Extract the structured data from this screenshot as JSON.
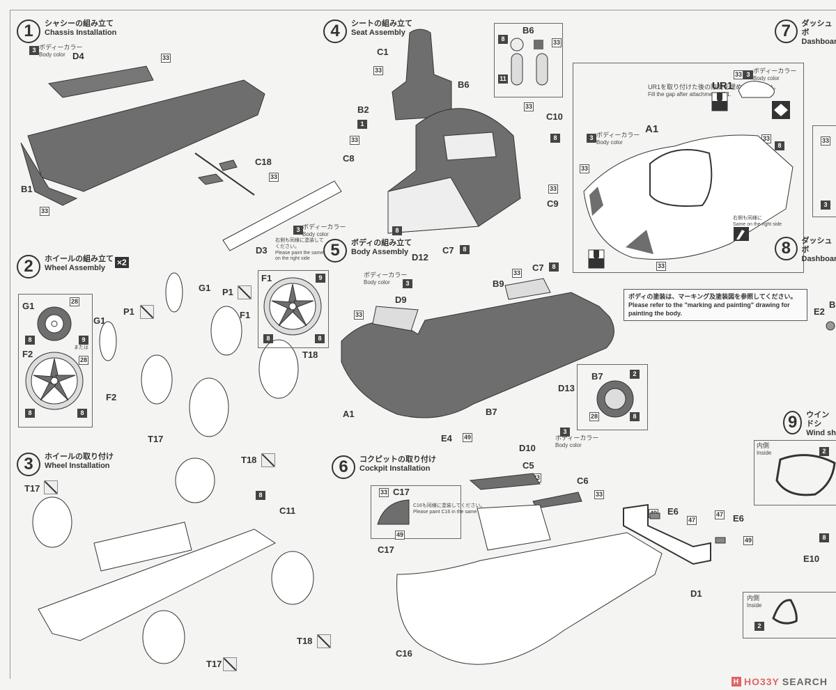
{
  "document": {
    "type": "Model kit assembly instructions"
  },
  "common": {
    "body_color_jp": "ボディーカラー",
    "body_color_en": "Body color",
    "same_right_jp": "右側も同様に",
    "same_right_en": "Same on the right side",
    "or_jp": "または",
    "or_en": "or",
    "inside_jp": "内側",
    "inside_en": "Inside"
  },
  "steps": [
    {
      "num": "1",
      "title_jp": "シャシーの組み立て",
      "title_en": "Chassis Installation"
    },
    {
      "num": "2",
      "title_jp": "ホイールの組み立て",
      "title_en": "Wheel Assembly",
      "multiplier": "×2"
    },
    {
      "num": "3",
      "title_jp": "ホイールの取り付け",
      "title_en": "Wheel Installation"
    },
    {
      "num": "4",
      "title_jp": "シートの組み立て",
      "title_en": "Seat Assembly"
    },
    {
      "num": "5",
      "title_jp": "ボディの組み立て",
      "title_en": "Body Assembly"
    },
    {
      "num": "6",
      "title_jp": "コクピットの取り付け",
      "title_en": "Cockpit  Installation"
    },
    {
      "num": "7",
      "title_jp": "ダッシュボ",
      "title_en": "Dashboar"
    },
    {
      "num": "8",
      "title_jp": "ダッシュボ",
      "title_en": "Dashboar"
    },
    {
      "num": "9",
      "title_jp": "ウインドシ",
      "title_en": "Wind sh"
    }
  ],
  "step1": {
    "parts": [
      "D4",
      "B1",
      "C18",
      "D3"
    ],
    "paints": [
      "3",
      "33",
      "33",
      "33",
      "3"
    ],
    "note_d3_jp": "右側も同様に塗装してください。",
    "note_d3_en": "Please paint the same on the right side"
  },
  "step2": {
    "parts": [
      "G1",
      "F2",
      "G1",
      "P1",
      "G1",
      "P1",
      "F1",
      "F2",
      "T17",
      "T18",
      "F1"
    ],
    "paints": [
      "28",
      "8",
      "9",
      "28",
      "8",
      "8",
      "9",
      "8",
      "8"
    ]
  },
  "step3": {
    "parts": [
      "T17",
      "T18",
      "C11",
      "T18",
      "T17"
    ],
    "paints": [
      "8"
    ]
  },
  "step4": {
    "parts": [
      "C1",
      "B6",
      "B2",
      "C8",
      "C10",
      "C9",
      "B6"
    ],
    "paints": [
      "33",
      "1",
      "33",
      "33",
      "8",
      "8",
      "33",
      "8",
      "8",
      "33",
      "11"
    ]
  },
  "step5": {
    "parts": [
      "D12",
      "C7",
      "C7",
      "D9",
      "E4",
      "B9",
      "A1",
      "E4",
      "B7",
      "D13",
      "D10",
      "B7"
    ],
    "paints": [
      "3",
      "8",
      "8",
      "33",
      "33",
      "49",
      "49",
      "3",
      "2",
      "8",
      "28"
    ]
  },
  "step6": {
    "parts": [
      "C5",
      "C6",
      "C17",
      "C17",
      "C16",
      "E6",
      "E6",
      "D1"
    ],
    "paints": [
      "33",
      "33",
      "33",
      "49",
      "49",
      "47",
      "47",
      "49"
    ],
    "note_c17_jp": "C16も同様に塗装してください。",
    "note_c17_en": "Please paint C16 in the same color."
  },
  "step7": {
    "parts": [
      "UR1",
      "A1"
    ],
    "paints": [
      "33",
      "3",
      "3",
      "33",
      "33",
      "8",
      "33",
      "33",
      "3"
    ],
    "note_ur1_jp": "UR1を取り付けた後の隙間を埋めてください。",
    "note_ur1_en": "Fill the gap after attachment UR1.",
    "body_paint_notice_jp": "ボディの塗装は、マーキング及塗装図を参照してください。",
    "body_paint_notice_en": "Please refer to the \"marking and painting\" drawing for painting the body."
  },
  "step8": {
    "parts": [
      "E2",
      "B"
    ]
  },
  "step9": {
    "parts": [
      "E10"
    ],
    "paints": [
      "2",
      "8",
      "2"
    ]
  },
  "watermark": {
    "mark": "H",
    "hobby": "HO33Y",
    "search": "SEARCH"
  }
}
